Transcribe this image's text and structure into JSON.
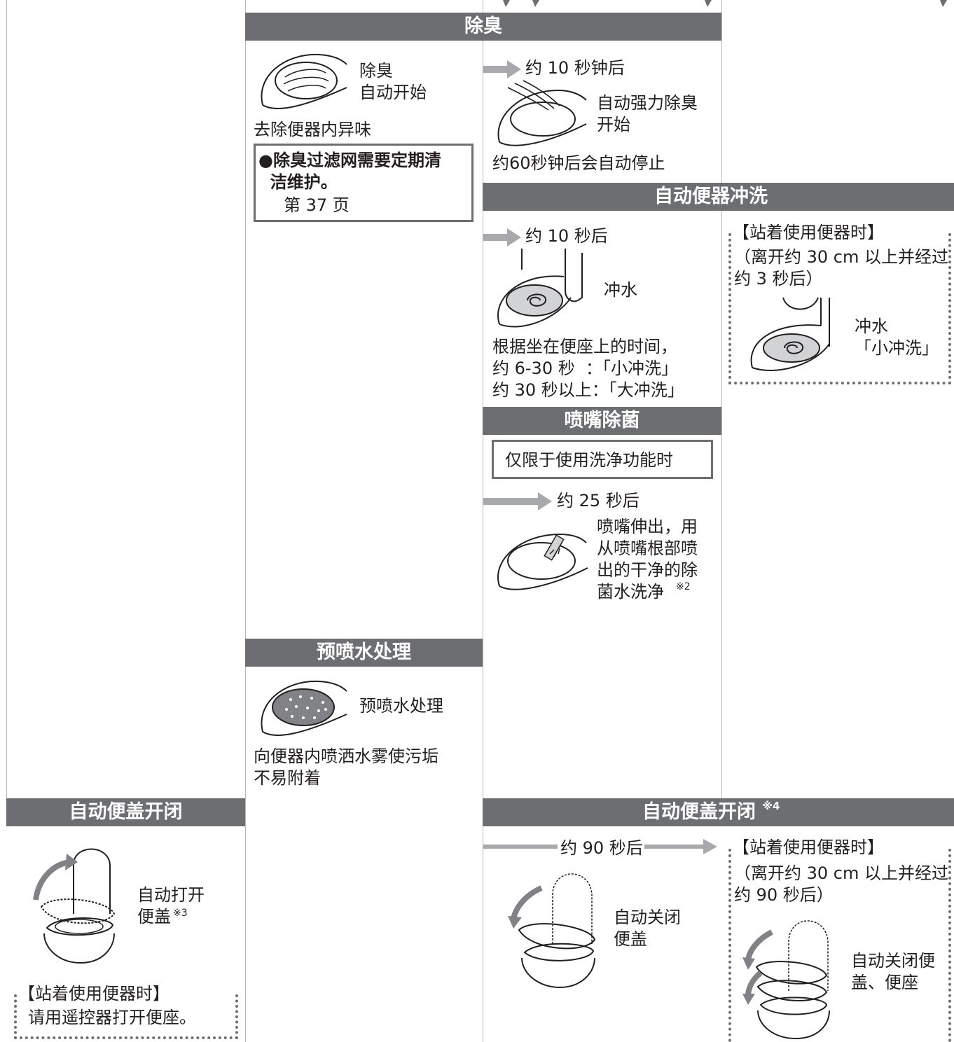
{
  "deodorize": {
    "header": "除臭",
    "bowl_label": "除臭\n自动开始",
    "desc": "去除便器内异味",
    "note_bold": "●除臭过滤网需要定期清\n  洁维护。",
    "note_ref": "第 37 页",
    "delay": "约 10 秒钟后",
    "strong_label": "自动强力除臭\n开始",
    "auto_stop": "约60秒钟后会自动停止"
  },
  "auto_flush": {
    "header": "自动便器冲洗",
    "delay": "约 10 秒后",
    "flush_label": "冲水",
    "desc": "根据坐在便座上的时间，\n约 6-30 秒  ：「小冲洗」\n约 30 秒以上：「大冲洗」",
    "standing_title": "【站着使用便器时】",
    "standing_cond": "（离开约 30 cm 以上并经过\n约 3 秒后）",
    "standing_label": "冲水\n「小冲洗」"
  },
  "nozzle": {
    "header": "喷嘴除菌",
    "condition": "仅限于使用洗净功能时",
    "delay": "约 25 秒后",
    "desc": "喷嘴伸出，用\n从喷嘴根部喷\n出的干净的除\n菌水洗净",
    "footnote_mark": "※2"
  },
  "prespray": {
    "header": "预喷水处理",
    "bowl_label": "预喷水处理",
    "desc": "向便器内喷洒水雾使污垢\n不易附着"
  },
  "lid_open": {
    "header": "自动便盖开闭",
    "label": "自动打开\n便盖",
    "footnote_mark": "※3",
    "standing_title": "【站着使用便器时】",
    "standing_text": "请用遥控器打开便座。"
  },
  "lid_close": {
    "header": "自动便盖开闭",
    "header_mark": "※4",
    "delay": "约 90 秒后",
    "label": "自动关闭\n便盖",
    "standing_title": "【站着使用便器时】",
    "standing_cond": "（离开约 30 cm 以上并经过\n约 90 秒后）",
    "standing_label": "自动关闭便\n盖、便座"
  },
  "colors": {
    "header_bg": "#6d6e71",
    "arrow": "#a7a9ac",
    "text": "#231f20"
  }
}
